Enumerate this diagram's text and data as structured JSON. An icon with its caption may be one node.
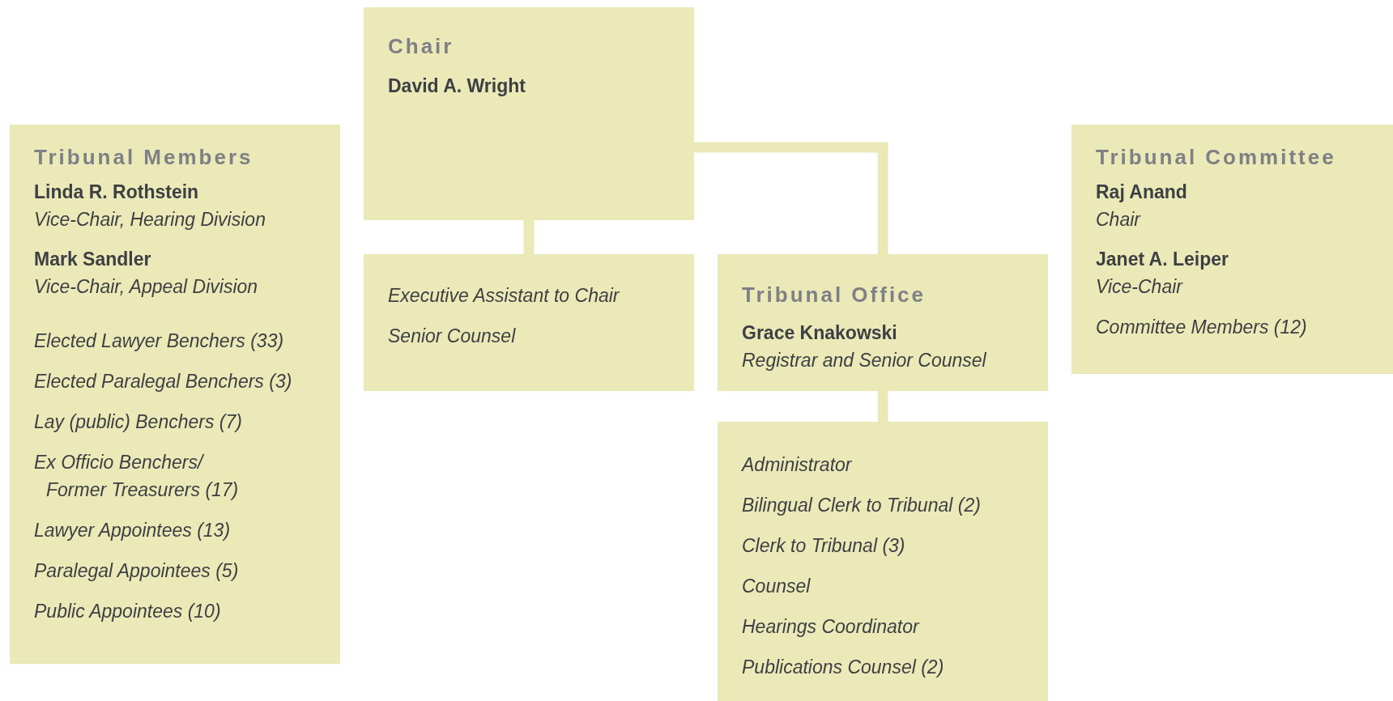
{
  "diagram": {
    "nodes": [
      {
        "text": [
          "Tribunal Members",
          "Linda R. Rothstein",
          "Vice-Chair, Hearing Division",
          "Mark Sandler",
          "Vice-Chair, Appeal Division",
          "Elected Lawyer Benchers (33)",
          "Elected Paralegal Benchers (3)",
          "Lay (public) Benchers (7)",
          "Ex Officio Benchers/ Former Treasurers (17)",
          "Lawyer Appointees (13)",
          "Paralegal Appointees (5)",
          "Public Appointees (10)"
        ]
      },
      {
        "text": [
          "Chair",
          "David A. Wright"
        ]
      },
      {
        "text": [
          "Executive Assistant to Chair",
          "Senior Counsel"
        ]
      },
      {
        "text": [
          "Tribunal Office",
          "Grace Knakowski",
          "Registrar and Senior Counsel"
        ]
      },
      {
        "text": [
          "Administrator",
          "Bilingual Clerk to Tribunal (2)",
          "Clerk to Tribunal (3)",
          "Counsel",
          "Hearings Coordinator",
          "Publications Counsel (2)"
        ]
      },
      {
        "text": [
          "Tribunal Committee",
          "Raj Anand",
          "Chair",
          "Janet A. Leiper",
          "Vice-Chair",
          "Committee Members (12)"
        ]
      }
    ],
    "edges": [
      {
        "from": 1,
        "to": 2,
        "arrow": "none"
      },
      {
        "from": 1,
        "to": 3,
        "arrow": "none"
      },
      {
        "from": 3,
        "to": 4,
        "arrow": "none"
      }
    ]
  }
}
